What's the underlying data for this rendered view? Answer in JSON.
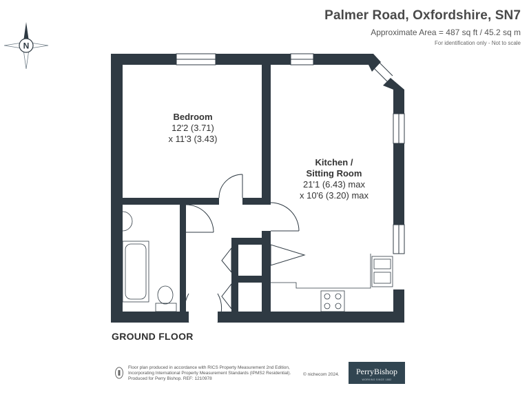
{
  "header": {
    "title": "Palmer Road, Oxfordshire, SN7",
    "area": "Approximate Area = 487 sq ft / 45.2 sq m",
    "note": "For identification only - Not to scale"
  },
  "compass": {
    "label": "N"
  },
  "rooms": {
    "bedroom": {
      "name": "Bedroom",
      "dim1": "12'2 (3.71)",
      "dim2": "x 11'3 (3.43)"
    },
    "kitchen": {
      "name1": "Kitchen /",
      "name2": "Sitting Room",
      "dim1": "21'1 (6.43) max",
      "dim2": "x 10'6 (3.20) max"
    }
  },
  "floor_label": "GROUND FLOOR",
  "footer": {
    "line1": "Floor plan produced in accordance with RICS Property Measurement 2nd Edition,",
    "line2": "Incorporating International Property Measurement Standards (IPMS2 Residential).",
    "line3": "Produced for Perry Bishop.   REF: 1210978",
    "copyright": "© nichecom 2024."
  },
  "brand": {
    "name": "PerryBishop",
    "tagline": "WORKING SINCE 1882"
  },
  "colors": {
    "wall": "#2f3a43",
    "text": "#3b3b3b",
    "brand": "#314551"
  }
}
